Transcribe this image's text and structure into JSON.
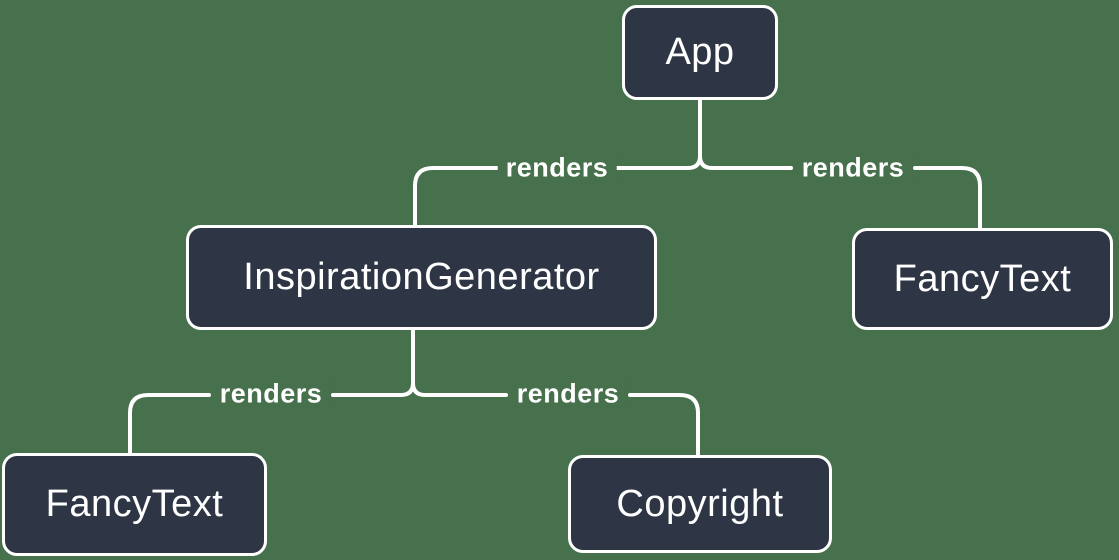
{
  "colors": {
    "background": "#47714c",
    "node_fill": "#2e3645",
    "line": "#ffffff",
    "text": "#ffffff"
  },
  "nodes": [
    {
      "id": "app",
      "label": "App"
    },
    {
      "id": "inspiration-generator",
      "label": "InspirationGenerator"
    },
    {
      "id": "fancy-text-top",
      "label": "FancyText"
    },
    {
      "id": "fancy-text-bottom",
      "label": "FancyText"
    },
    {
      "id": "copyright",
      "label": "Copyright"
    }
  ],
  "edges": [
    {
      "from": "App",
      "to": "InspirationGenerator",
      "label": "renders"
    },
    {
      "from": "App",
      "to": "FancyText",
      "label": "renders"
    },
    {
      "from": "InspirationGenerator",
      "to": "FancyText",
      "label": "renders"
    },
    {
      "from": "InspirationGenerator",
      "to": "Copyright",
      "label": "renders"
    }
  ]
}
